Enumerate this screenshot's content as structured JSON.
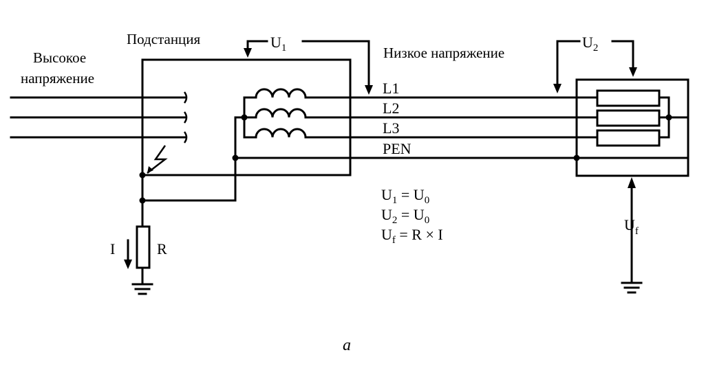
{
  "labels": {
    "high_voltage_line1": "Высокое",
    "high_voltage_line2": "напряжение",
    "substation": "Подстанция",
    "low_voltage": "Низкое напряжение",
    "u1": "U",
    "u1_sub": "1",
    "u2": "U",
    "u2_sub": "2",
    "l1": "L1",
    "l2": "L2",
    "l3": "L3",
    "pen": "PEN",
    "current": "I",
    "resistor": "R",
    "uf": "U",
    "uf_sub": "f",
    "eq1_lhs": "U",
    "eq1_lhs_sub": "1",
    "eq1_mid": " = U",
    "eq1_rhs_sub": "0",
    "eq2_lhs": "U",
    "eq2_lhs_sub": "2",
    "eq2_mid": " = U",
    "eq2_rhs_sub": "0",
    "eq3_lhs": "U",
    "eq3_lhs_sub": "f",
    "eq3_rhs": " = R × I",
    "caption": "a"
  }
}
